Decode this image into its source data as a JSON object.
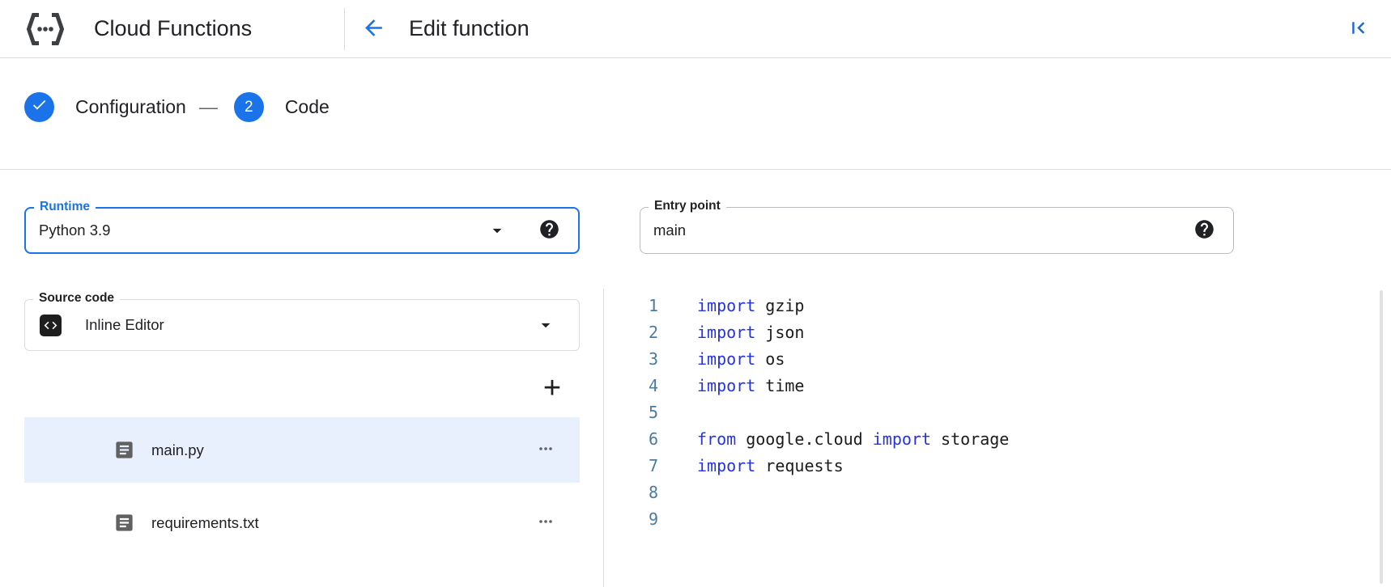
{
  "header": {
    "app_title": "Cloud Functions",
    "page_title": "Edit function"
  },
  "stepper": {
    "connector": "—",
    "steps": [
      {
        "label": "Configuration",
        "state": "completed"
      },
      {
        "label": "Code",
        "number": "2",
        "state": "current"
      }
    ]
  },
  "form": {
    "runtime": {
      "label": "Runtime",
      "value": "Python 3.9"
    },
    "entry_point": {
      "label": "Entry point",
      "value": "main"
    },
    "source_code": {
      "label": "Source code",
      "value": "Inline Editor"
    }
  },
  "files": {
    "add_button": "+",
    "items": [
      {
        "name": "main.py",
        "selected": true
      },
      {
        "name": "requirements.txt",
        "selected": false
      }
    ]
  },
  "editor": {
    "language": "python",
    "lines": [
      {
        "num": 1,
        "segments": [
          {
            "text": "import",
            "type": "keyword"
          },
          {
            "text": " gzip",
            "type": "plain"
          }
        ]
      },
      {
        "num": 2,
        "segments": [
          {
            "text": "import",
            "type": "keyword"
          },
          {
            "text": " json",
            "type": "plain"
          }
        ]
      },
      {
        "num": 3,
        "segments": [
          {
            "text": "import",
            "type": "keyword"
          },
          {
            "text": " os",
            "type": "plain"
          }
        ]
      },
      {
        "num": 4,
        "segments": [
          {
            "text": "import",
            "type": "keyword"
          },
          {
            "text": " time",
            "type": "plain"
          }
        ]
      },
      {
        "num": 5,
        "segments": []
      },
      {
        "num": 6,
        "segments": [
          {
            "text": "from",
            "type": "keyword"
          },
          {
            "text": " google.cloud ",
            "type": "plain"
          },
          {
            "text": "import",
            "type": "keyword"
          },
          {
            "text": " storage",
            "type": "plain"
          }
        ]
      },
      {
        "num": 7,
        "segments": [
          {
            "text": "import",
            "type": "keyword"
          },
          {
            "text": " requests",
            "type": "plain"
          }
        ]
      },
      {
        "num": 8,
        "segments": []
      },
      {
        "num": 9,
        "segments": []
      }
    ]
  },
  "colors": {
    "accent": "#1a73e8",
    "keyword": "#2433e6",
    "line_number": "#4a7ba3",
    "selected_row_bg": "#e8f0fe",
    "divider": "#dadce0",
    "text": "#202124",
    "muted": "#5f6368"
  }
}
